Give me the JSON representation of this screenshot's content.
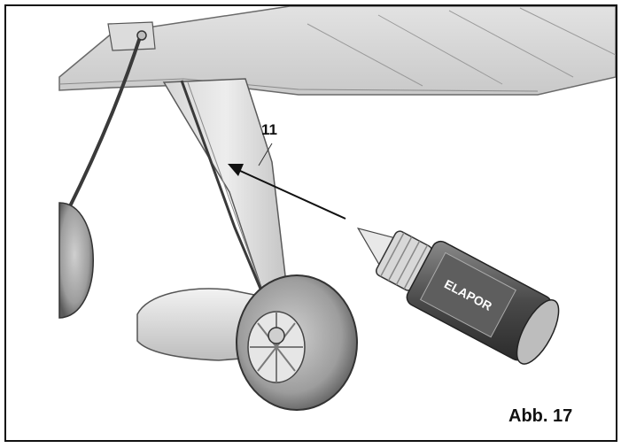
{
  "figure": {
    "part_number": "11",
    "caption": "Abb. 17",
    "bottle_label_text": "ELAPOR"
  }
}
